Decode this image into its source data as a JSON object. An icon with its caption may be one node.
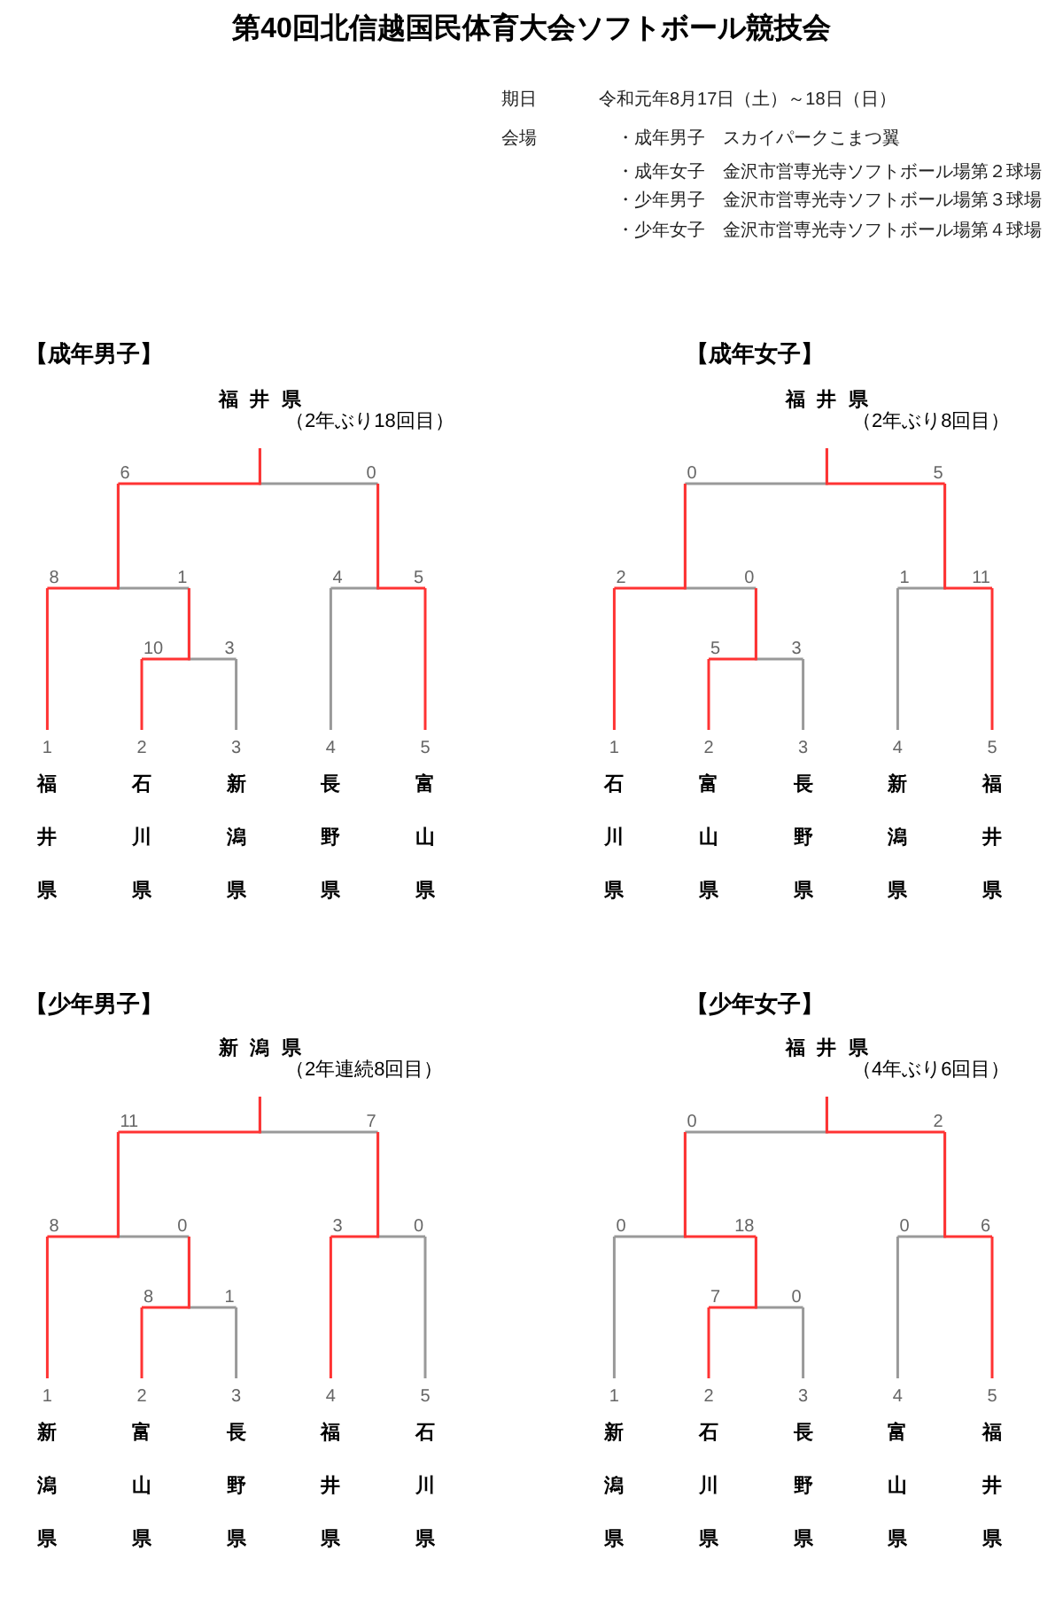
{
  "diagram": {
    "title": "第40回北信越国民体育大会ソフトボール競技会",
    "nodes": [
      {
        "text": [
          "福井県",
          "（2年ぶり18回目）"
        ]
      },
      {
        "text": [
          "6"
        ]
      },
      {
        "text": [
          "0"
        ]
      },
      {
        "text": [
          "8"
        ]
      },
      {
        "text": [
          "1"
        ]
      },
      {
        "text": [
          "4"
        ]
      },
      {
        "text": [
          "5"
        ]
      },
      {
        "text": [
          "10"
        ]
      },
      {
        "text": [
          "3"
        ]
      },
      {
        "text": [
          "1",
          "福井県"
        ]
      },
      {
        "text": [
          "2",
          "石川県"
        ]
      },
      {
        "text": [
          "3",
          "新潟県"
        ]
      },
      {
        "text": [
          "4",
          "長野県"
        ]
      },
      {
        "text": [
          "5",
          "富山県"
        ]
      },
      {
        "text": [
          "福井県",
          "（2年ぶり8回目）"
        ]
      },
      {
        "text": [
          "0"
        ]
      },
      {
        "text": [
          "5"
        ]
      },
      {
        "text": [
          "2"
        ]
      },
      {
        "text": [
          "0"
        ]
      },
      {
        "text": [
          "1"
        ]
      },
      {
        "text": [
          "11"
        ]
      },
      {
        "text": [
          "5"
        ]
      },
      {
        "text": [
          "3"
        ]
      },
      {
        "text": [
          "1",
          "石川県"
        ]
      },
      {
        "text": [
          "2",
          "富山県"
        ]
      },
      {
        "text": [
          "3",
          "長野県"
        ]
      },
      {
        "text": [
          "4",
          "新潟県"
        ]
      },
      {
        "text": [
          "5",
          "福井県"
        ]
      },
      {
        "text": [
          "新潟県",
          "（2年連続8回目）"
        ]
      },
      {
        "text": [
          "11"
        ]
      },
      {
        "text": [
          "7"
        ]
      },
      {
        "text": [
          "8"
        ]
      },
      {
        "text": [
          "0"
        ]
      },
      {
        "text": [
          "3"
        ]
      },
      {
        "text": [
          "0"
        ]
      },
      {
        "text": [
          "8"
        ]
      },
      {
        "text": [
          "1"
        ]
      },
      {
        "text": [
          "1",
          "新潟県"
        ]
      },
      {
        "text": [
          "2",
          "富山県"
        ]
      },
      {
        "text": [
          "3",
          "長野県"
        ]
      },
      {
        "text": [
          "4",
          "福井県"
        ]
      },
      {
        "text": [
          "5",
          "石川県"
        ]
      },
      {
        "text": [
          "福井県",
          "（4年ぶり6回目）"
        ]
      },
      {
        "text": [
          "0"
        ]
      },
      {
        "text": [
          "2"
        ]
      },
      {
        "text": [
          "0"
        ]
      },
      {
        "text": [
          "18"
        ]
      },
      {
        "text": [
          "0"
        ]
      },
      {
        "text": [
          "6"
        ]
      },
      {
        "text": [
          "7"
        ]
      },
      {
        "text": [
          "0"
        ]
      },
      {
        "text": [
          "1",
          "新潟県"
        ]
      },
      {
        "text": [
          "2",
          "石川県"
        ]
      },
      {
        "text": [
          "3",
          "長野県"
        ]
      },
      {
        "text": [
          "4",
          "富山県"
        ]
      },
      {
        "text": [
          "5",
          "福井県"
        ]
      }
    ],
    "edges": [
      {
        "from": 9,
        "to": 3,
        "arrow": "none",
        "color": "#ff3333"
      },
      {
        "from": 10,
        "to": 7,
        "arrow": "none",
        "color": "#ff3333"
      },
      {
        "from": 11,
        "to": 8,
        "arrow": "none",
        "color": "#999999"
      },
      {
        "from": 12,
        "to": 5,
        "arrow": "none",
        "color": "#999999"
      },
      {
        "from": 13,
        "to": 6,
        "arrow": "none",
        "color": "#ff3333"
      },
      {
        "from": 7,
        "to": 4,
        "arrow": "none",
        "color": "#ff3333"
      },
      {
        "from": 8,
        "to": 4,
        "arrow": "none",
        "color": "#999999"
      },
      {
        "from": 3,
        "to": 1,
        "arrow": "none",
        "color": "#ff3333"
      },
      {
        "from": 4,
        "to": 1,
        "arrow": "none",
        "color": "#999999"
      },
      {
        "from": 5,
        "to": 2,
        "arrow": "none",
        "color": "#999999"
      },
      {
        "from": 6,
        "to": 2,
        "arrow": "none",
        "color": "#ff3333"
      },
      {
        "from": 1,
        "to": 0,
        "arrow": "none",
        "color": "#ff3333"
      },
      {
        "from": 2,
        "to": 0,
        "arrow": "none",
        "color": "#999999"
      },
      {
        "from": 23,
        "to": 17,
        "arrow": "none",
        "color": "#ff3333"
      },
      {
        "from": 24,
        "to": 21,
        "arrow": "none",
        "color": "#ff3333"
      },
      {
        "from": 25,
        "to": 22,
        "arrow": "none",
        "color": "#999999"
      },
      {
        "from": 26,
        "to": 19,
        "arrow": "none",
        "color": "#999999"
      },
      {
        "from": 27,
        "to": 20,
        "arrow": "none",
        "color": "#ff3333"
      },
      {
        "from": 21,
        "to": 18,
        "arrow": "none",
        "color": "#ff3333"
      },
      {
        "from": 22,
        "to": 18,
        "arrow": "none",
        "color": "#999999"
      },
      {
        "from": 17,
        "to": 15,
        "arrow": "none",
        "color": "#ff3333"
      },
      {
        "from": 18,
        "to": 15,
        "arrow": "none",
        "color": "#999999"
      },
      {
        "from": 19,
        "to": 16,
        "arrow": "none",
        "color": "#999999"
      },
      {
        "from": 20,
        "to": 16,
        "arrow": "none",
        "color": "#ff3333"
      },
      {
        "from": 15,
        "to": 14,
        "arrow": "none",
        "color": "#999999"
      },
      {
        "from": 16,
        "to": 14,
        "arrow": "none",
        "color": "#ff3333"
      },
      {
        "from": 37,
        "to": 31,
        "arrow": "none",
        "color": "#ff3333"
      },
      {
        "from": 38,
        "to": 35,
        "arrow": "none",
        "color": "#ff3333"
      },
      {
        "from": 39,
        "to": 36,
        "arrow": "none",
        "color": "#999999"
      },
      {
        "from": 40,
        "to": 33,
        "arrow": "none",
        "color": "#ff3333"
      },
      {
        "from": 41,
        "to": 34,
        "arrow": "none",
        "color": "#999999"
      },
      {
        "from": 35,
        "to": 32,
        "arrow": "none",
        "color": "#ff3333"
      },
      {
        "from": 36,
        "to": 32,
        "arrow": "none",
        "color": "#999999"
      },
      {
        "from": 31,
        "to": 29,
        "arrow": "none",
        "color": "#ff3333"
      },
      {
        "from": 32,
        "to": 29,
        "arrow": "none",
        "color": "#999999"
      },
      {
        "from": 33,
        "to": 30,
        "arrow": "none",
        "color": "#ff3333"
      },
      {
        "from": 34,
        "to": 30,
        "arrow": "none",
        "color": "#999999"
      },
      {
        "from": 29,
        "to": 28,
        "arrow": "none",
        "color": "#ff3333"
      },
      {
        "from": 30,
        "to": 28,
        "arrow": "none",
        "color": "#999999"
      },
      {
        "from": 51,
        "to": 45,
        "arrow": "none",
        "color": "#999999"
      },
      {
        "from": 52,
        "to": 49,
        "arrow": "none",
        "color": "#ff3333"
      },
      {
        "from": 53,
        "to": 50,
        "arrow": "none",
        "color": "#999999"
      },
      {
        "from": 54,
        "to": 47,
        "arrow": "none",
        "color": "#999999"
      },
      {
        "from": 55,
        "to": 48,
        "arrow": "none",
        "color": "#ff3333"
      },
      {
        "from": 49,
        "to": 46,
        "arrow": "none",
        "color": "#ff3333"
      },
      {
        "from": 50,
        "to": 46,
        "arrow": "none",
        "color": "#999999"
      },
      {
        "from": 45,
        "to": 43,
        "arrow": "none",
        "color": "#999999"
      },
      {
        "from": 46,
        "to": 43,
        "arrow": "none",
        "color": "#ff3333"
      },
      {
        "from": 47,
        "to": 44,
        "arrow": "none",
        "color": "#999999"
      },
      {
        "from": 48,
        "to": 44,
        "arrow": "none",
        "color": "#ff3333"
      },
      {
        "from": 43,
        "to": 42,
        "arrow": "none",
        "color": "#999999"
      },
      {
        "from": 44,
        "to": 42,
        "arrow": "none",
        "color": "#ff3333"
      }
    ],
    "labels": [
      "期日",
      "令和元年8月17日（土）～18日（日）",
      "会場",
      "・成年男子　スカイパークこまつ翼",
      "・成年女子　金沢市営専光寺ソフトボール場第２球場",
      "・少年男子　金沢市営専光寺ソフトボール場第３球場",
      "・少年女子　金沢市営専光寺ソフトボール場第４球場",
      "【成年男子】",
      "【成年女子】",
      "【少年男子】",
      "【少年女子】"
    ]
  }
}
